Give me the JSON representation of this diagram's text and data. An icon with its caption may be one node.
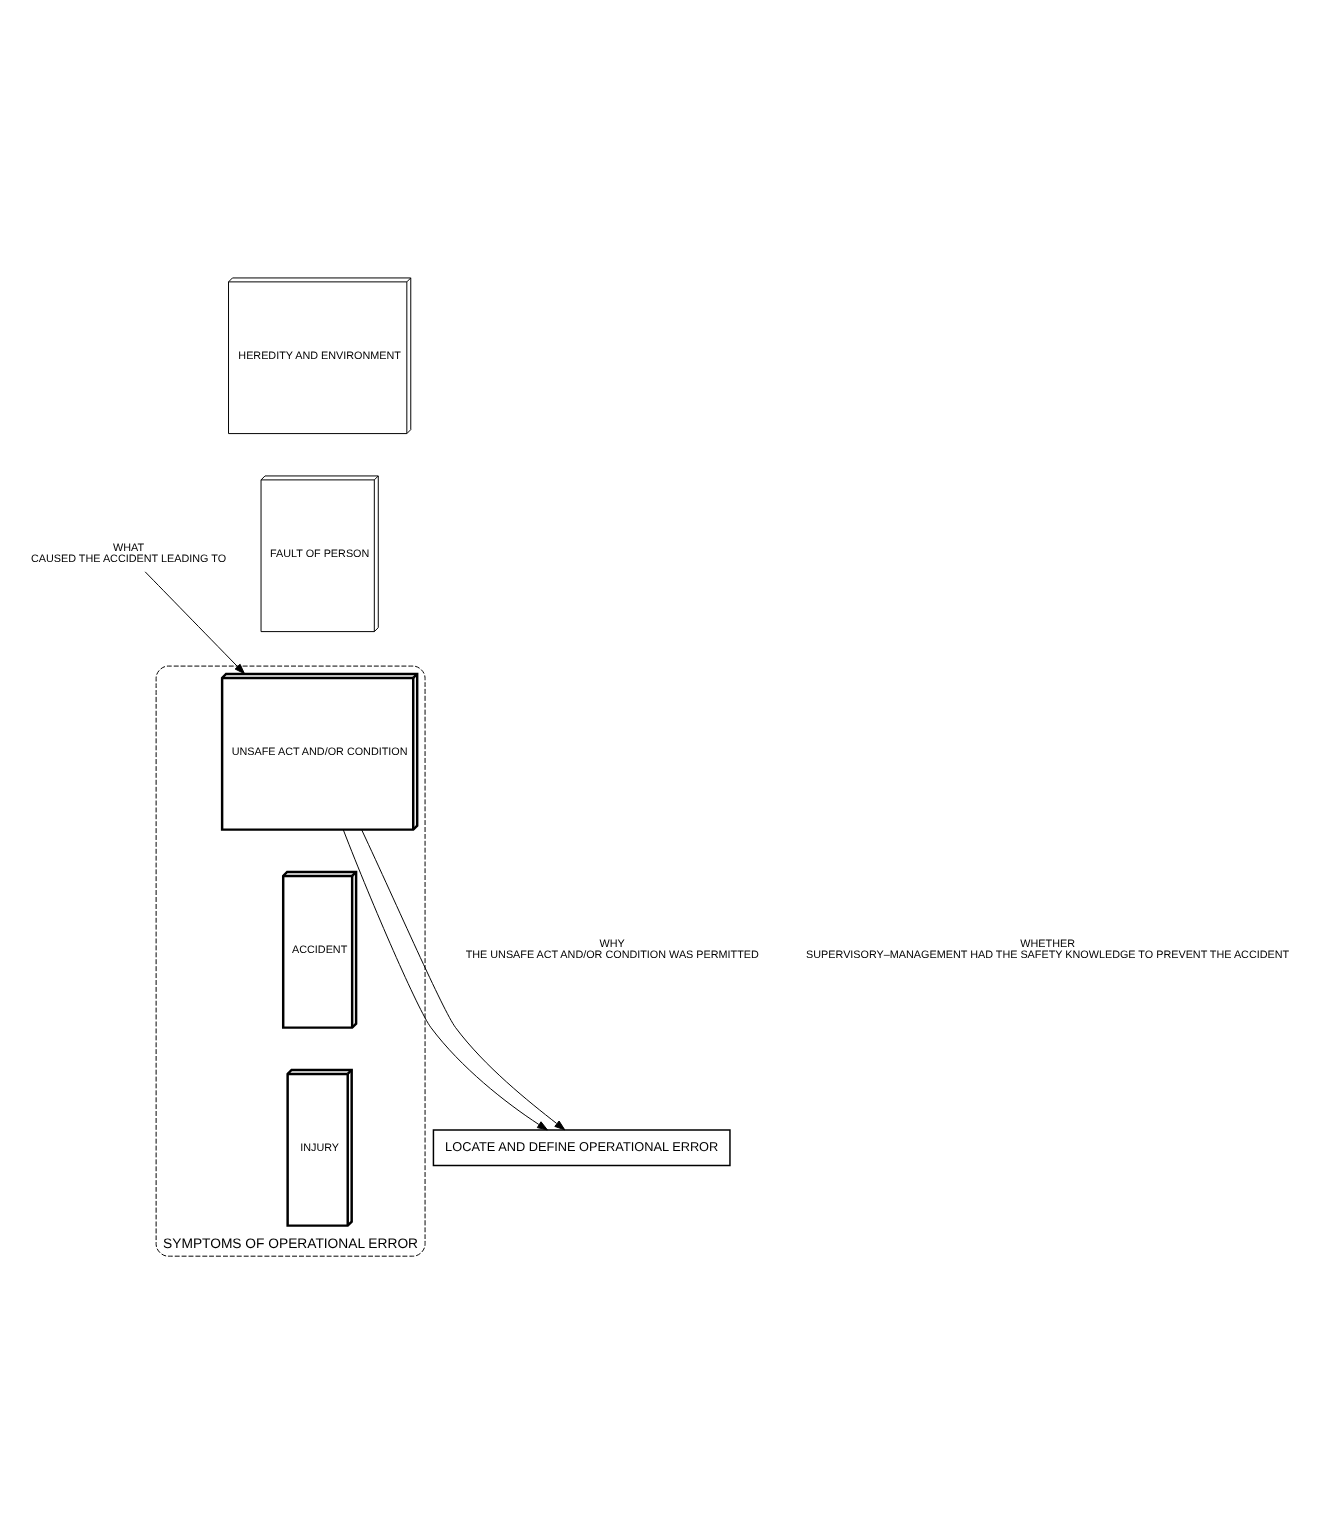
{
  "diagram": {
    "nodes": [
      {
        "text": [
          "WHAT",
          "CAUSED THE ACCIDENT LEADING TO"
        ]
      },
      {
        "text": [
          "HEREDITY AND ENVIRONMENT"
        ]
      },
      {
        "text": [
          "FAULT OF PERSON"
        ]
      },
      {
        "text": [
          "SYMPTOMS OF OPERATIONAL ERROR"
        ]
      },
      {
        "text": [
          "UNSAFE ACT AND/OR CONDITION"
        ],
        "in": 3
      },
      {
        "text": [
          "ACCIDENT"
        ],
        "in": 3
      },
      {
        "text": [
          "INJURY"
        ],
        "in": 3
      },
      {
        "text": [
          "LOCATE AND DEFINE OPERATIONAL ERROR"
        ]
      }
    ],
    "edges": [
      {
        "from": 0,
        "to": 4,
        "arrow": "to"
      },
      {
        "from": 4,
        "to": 7,
        "arrow": "to"
      },
      {
        "from": 4,
        "to": 7,
        "arrow": "to"
      }
    ],
    "labels": [
      "WHY",
      "THE UNSAFE ACT AND/OR CONDITION WAS PERMITTED",
      "WHETHER",
      "SUPERVISORY–MANAGEMENT HAD THE SAFETY KNOWLEDGE TO PREVENT THE ACCIDENT"
    ]
  }
}
